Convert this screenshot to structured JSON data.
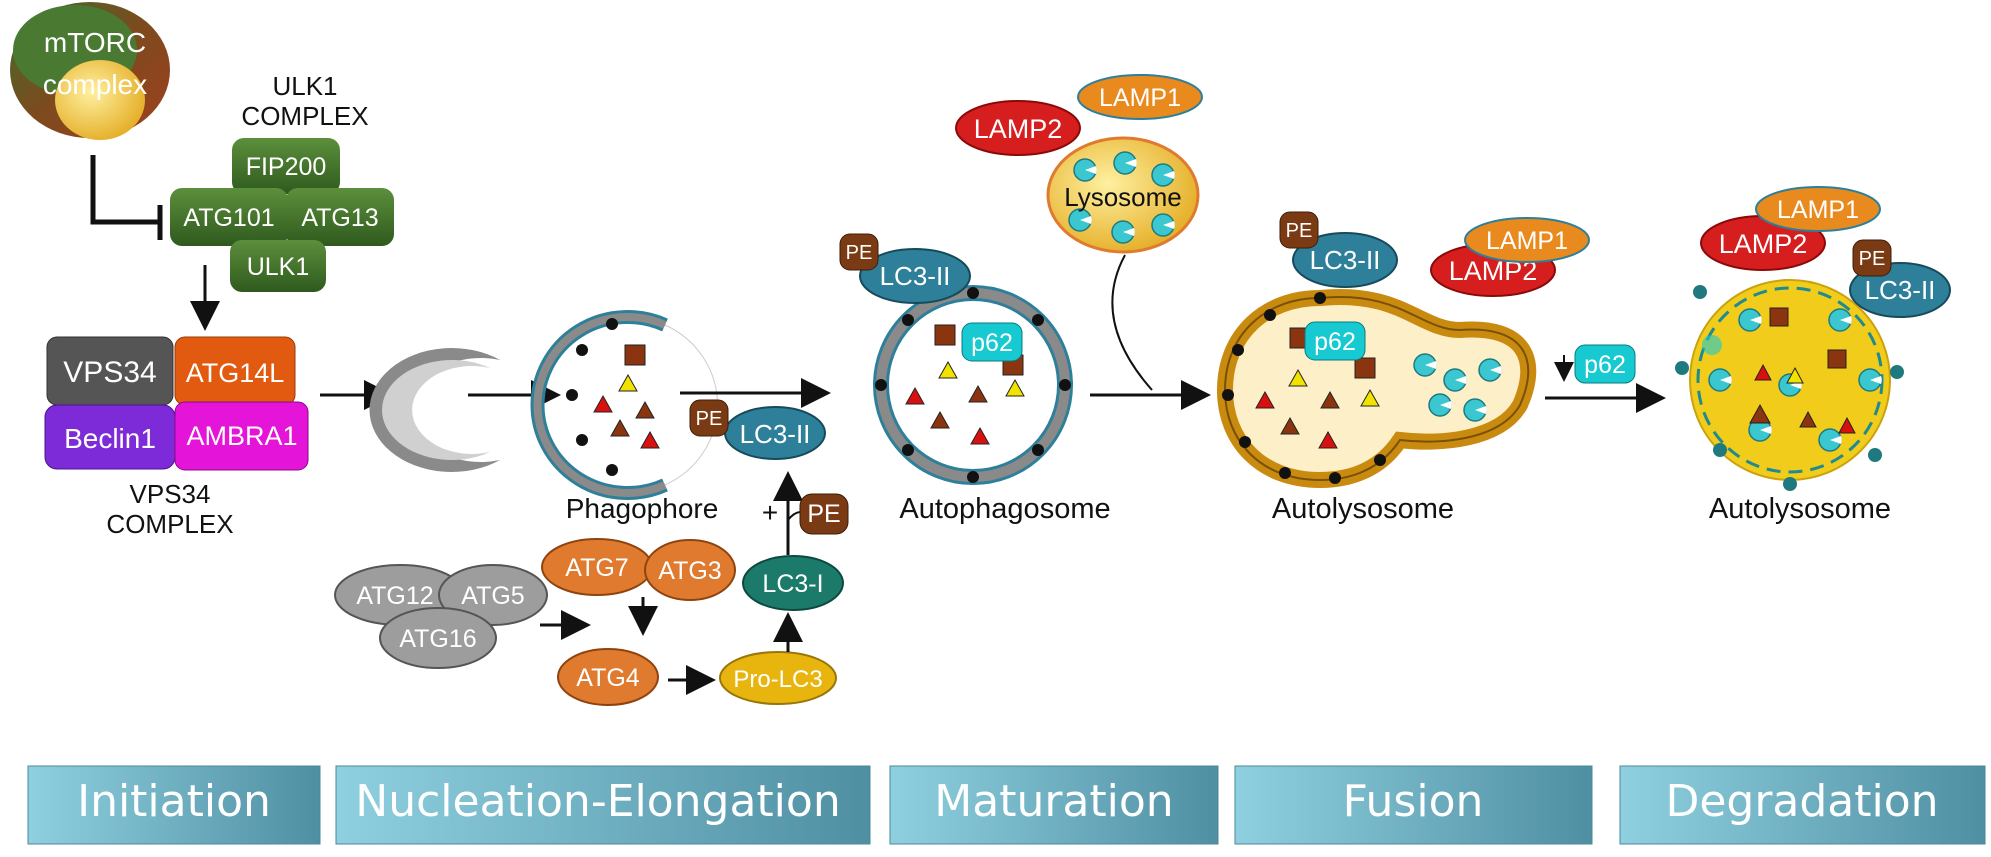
{
  "mtorc": {
    "line1": "mTORC",
    "line2": "complex"
  },
  "ulk1_complex": {
    "title_line1": "ULK1",
    "title_line2": "COMPLEX",
    "fip200": "FIP200",
    "atg101": "ATG101",
    "atg13": "ATG13",
    "ulk1": "ULK1"
  },
  "vps34_complex": {
    "vps34": "VPS34",
    "atg14l": "ATG14L",
    "beclin1": "Beclin1",
    "ambra1": "AMBRA1",
    "title_line1": "VPS34",
    "title_line2": "COMPLEX"
  },
  "conjugation": {
    "atg12": "ATG12",
    "atg5": "ATG5",
    "atg16": "ATG16",
    "atg7": "ATG7",
    "atg3": "ATG3",
    "atg4": "ATG4",
    "pro_lc3": "Pro-LC3",
    "lc3_i": "LC3-I",
    "plus": "+",
    "pe": "PE"
  },
  "phagophore": {
    "label": "Phagophore",
    "lc3_ii": "LC3-II",
    "pe": "PE"
  },
  "autophagosome": {
    "label": "Autophagosome",
    "lc3_ii": "LC3-II",
    "pe": "PE",
    "p62": "p62"
  },
  "lysosome": {
    "label": "Lysosome",
    "lamp1": "LAMP1",
    "lamp2": "LAMP2"
  },
  "autolysosome1": {
    "label": "Autolysosome",
    "lc3_ii": "LC3-II",
    "pe": "PE",
    "p62": "p62",
    "lamp1": "LAMP1",
    "lamp2": "LAMP2"
  },
  "autolysosome2": {
    "label": "Autolysosome",
    "lc3_ii": "LC3-II",
    "pe": "PE",
    "p62": "p62",
    "lamp1": "LAMP1",
    "lamp2": "LAMP2"
  },
  "stages": [
    "Initiation",
    "Nucleation-Elongation",
    "Maturation",
    "Fusion",
    "Degradation"
  ],
  "colors": {
    "green": "#3d6b2a",
    "teal": "#2e7f99",
    "orange": "#e07a2e",
    "red": "#d61e1e",
    "brown": "#7a3a14",
    "yellow": "#f2c233",
    "cyan": "#17c9d0",
    "stage": "#6bb5c8"
  }
}
